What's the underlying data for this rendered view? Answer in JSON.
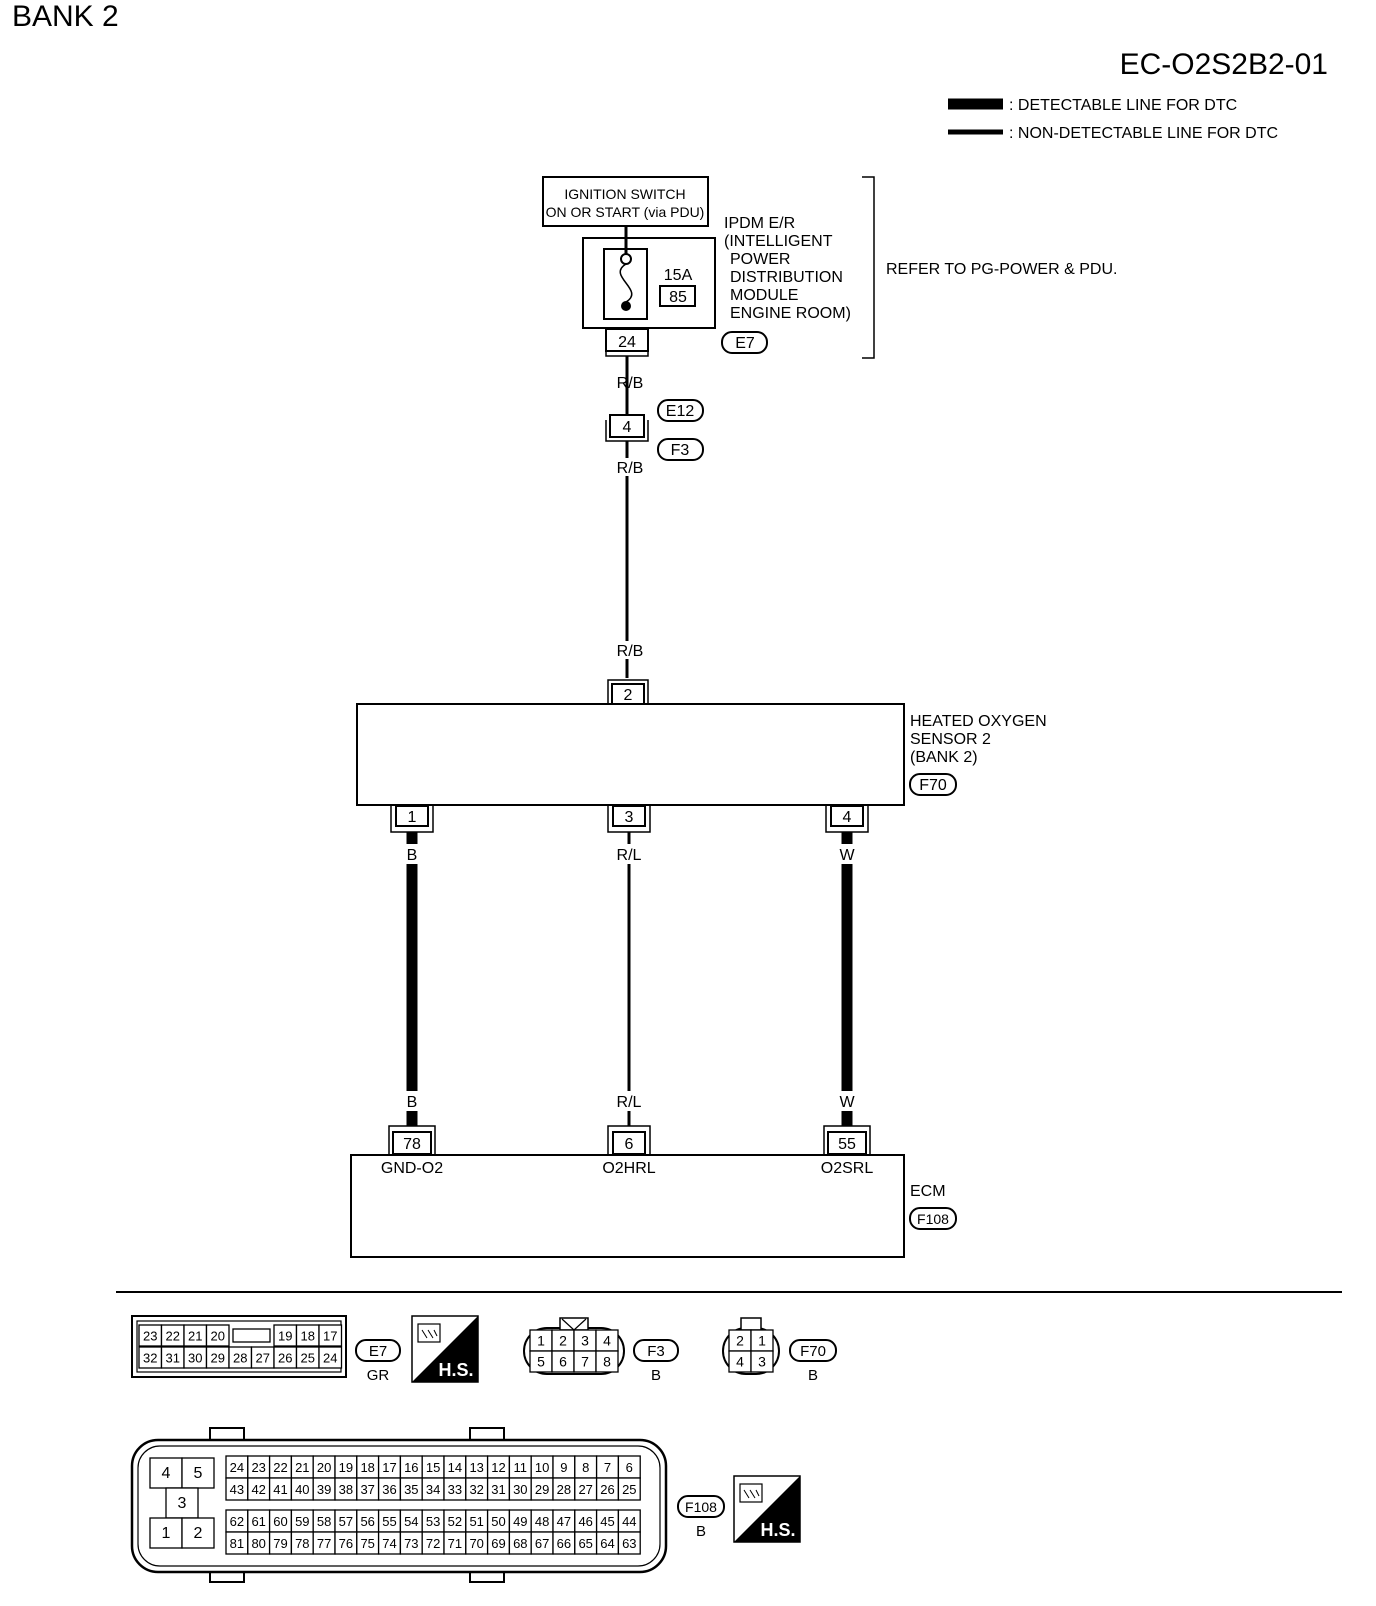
{
  "header": {
    "bank": "BANK 2",
    "diagram_code": "EC-O2S2B2-01"
  },
  "legend": {
    "detectable": ": DETECTABLE LINE FOR DTC",
    "non_detectable": ": NON-DETECTABLE LINE FOR DTC"
  },
  "ignition": {
    "line1": "IGNITION SWITCH",
    "line2": "ON OR START (via PDU)"
  },
  "ipdm": {
    "lines": [
      "IPDM E/R",
      "(INTELLIGENT",
      "POWER",
      "DISTRIBUTION",
      "MODULE",
      "ENGINE ROOM)"
    ],
    "fuse_rating": "15A",
    "fuse_number": "85",
    "pin": "24",
    "connector": "E7",
    "refer": "REFER TO PG-POWER & PDU."
  },
  "joint": {
    "pin": "4",
    "connector_top": "E12",
    "connector_bottom": "F3"
  },
  "wire_colors": {
    "power": "R/B",
    "ground": "B",
    "heater": "R/L",
    "signal": "W"
  },
  "sensor": {
    "lines": [
      "HEATED OXYGEN",
      "SENSOR 2",
      "(BANK 2)"
    ],
    "connector": "F70",
    "pins": {
      "power": "2",
      "ground": "1",
      "heater": "3",
      "signal": "4"
    }
  },
  "ecm": {
    "name": "ECM",
    "connector": "F108",
    "pins": {
      "ground": "78",
      "heater": "6",
      "signal": "55"
    },
    "terminals": {
      "ground": "GND-O2",
      "heater": "O2HRL",
      "signal": "O2SRL"
    }
  },
  "connectors": {
    "e7": {
      "id": "E7",
      "color": "GR",
      "top": [
        "23",
        "22",
        "21",
        "20",
        "19",
        "18",
        "17"
      ],
      "bottom": [
        "32",
        "31",
        "30",
        "29",
        "28",
        "27",
        "26",
        "25",
        "24"
      ]
    },
    "f3": {
      "id": "F3",
      "color": "B",
      "top": [
        "1",
        "2",
        "3",
        "4"
      ],
      "bottom": [
        "5",
        "6",
        "7",
        "8"
      ]
    },
    "f70": {
      "id": "F70",
      "color": "B",
      "top": [
        "2",
        "1"
      ],
      "bottom": [
        "4",
        "3"
      ]
    },
    "f108": {
      "id": "F108",
      "color": "B",
      "left_pins": [
        "4",
        "5",
        "3",
        "1",
        "2"
      ],
      "rows": [
        [
          "24",
          "23",
          "22",
          "21",
          "20",
          "19",
          "18",
          "17",
          "16",
          "15",
          "14",
          "13",
          "12",
          "11",
          "10",
          "9",
          "8",
          "7",
          "6"
        ],
        [
          "43",
          "42",
          "41",
          "40",
          "39",
          "38",
          "37",
          "36",
          "35",
          "34",
          "33",
          "32",
          "31",
          "30",
          "29",
          "28",
          "27",
          "26",
          "25"
        ],
        [
          "62",
          "61",
          "60",
          "59",
          "58",
          "57",
          "56",
          "55",
          "54",
          "53",
          "52",
          "51",
          "50",
          "49",
          "48",
          "47",
          "46",
          "45",
          "44"
        ],
        [
          "81",
          "80",
          "79",
          "78",
          "77",
          "76",
          "75",
          "74",
          "73",
          "72",
          "71",
          "70",
          "69",
          "68",
          "67",
          "66",
          "65",
          "64",
          "63"
        ]
      ]
    },
    "hs_label": "H.S."
  }
}
